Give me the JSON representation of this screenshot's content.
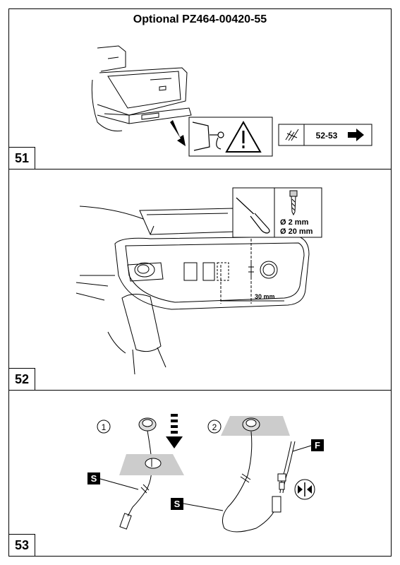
{
  "panel51": {
    "title": "Optional PZ464-00420-55",
    "step": "51",
    "ref_label": "52-53"
  },
  "panel52": {
    "step": "52",
    "drill_d1": "Ø  2 mm",
    "drill_d2": "Ø 20 mm",
    "distance": "30 mm"
  },
  "panel53": {
    "step": "53",
    "callout_1": "1",
    "callout_2": "2",
    "label_s": "S",
    "label_f": "F"
  }
}
